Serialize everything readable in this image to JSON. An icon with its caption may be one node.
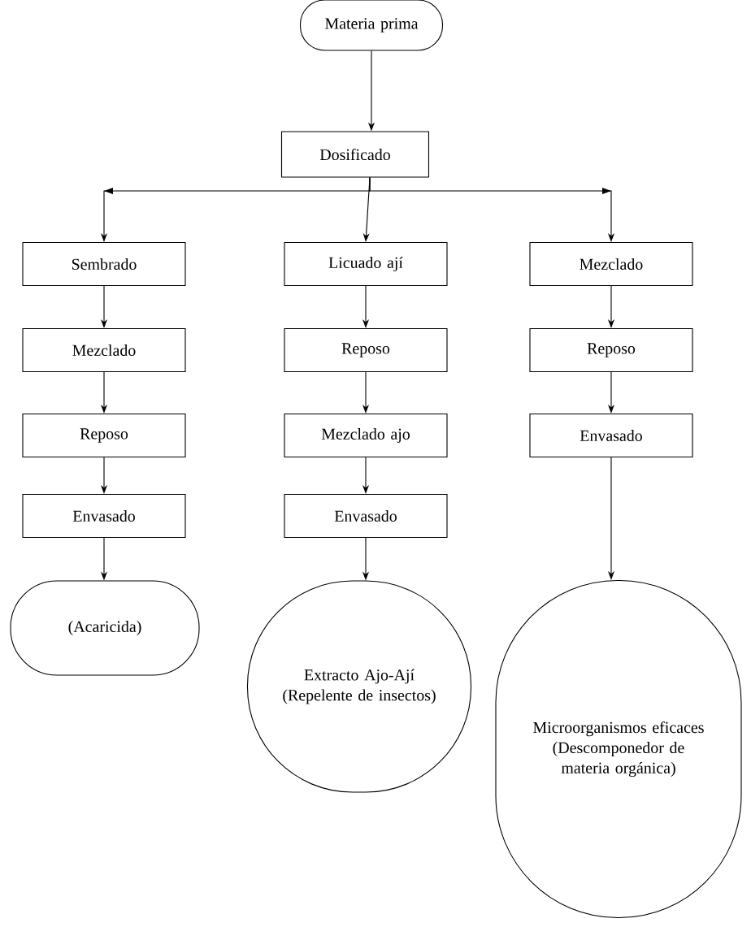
{
  "diagram": {
    "nodes": [
      {
        "text": [
          "Materia prima"
        ]
      },
      {
        "text": [
          "Dosificado"
        ]
      },
      {
        "text": [
          "Sembrado"
        ]
      },
      {
        "text": [
          "Licuado ají"
        ]
      },
      {
        "text": [
          "Mezclado"
        ]
      },
      {
        "text": [
          "Mezclado"
        ]
      },
      {
        "text": [
          "Reposo"
        ]
      },
      {
        "text": [
          "Reposo"
        ]
      },
      {
        "text": [
          "Reposo"
        ]
      },
      {
        "text": [
          "Mezclado ajo"
        ]
      },
      {
        "text": [
          "Envasado"
        ]
      },
      {
        "text": [
          "Envasado"
        ]
      },
      {
        "text": [
          "Envasado"
        ]
      },
      {
        "text": [
          "(Acaricida)"
        ]
      },
      {
        "text": [
          "Extracto Ajo-Ají (Repelente de insectos)"
        ]
      },
      {
        "text": [
          "Microorganismos eficaces (Descomponedor de materia orgánica)"
        ]
      }
    ],
    "edges": [
      {
        "from": 0,
        "to": 1,
        "arrow": "to"
      },
      {
        "from": 1,
        "to": 2,
        "arrow": "to"
      },
      {
        "from": 1,
        "to": 3,
        "arrow": "to"
      },
      {
        "from": 1,
        "to": 4,
        "arrow": "to"
      },
      {
        "from": 2,
        "to": 5,
        "arrow": "to"
      },
      {
        "from": 5,
        "to": 8,
        "arrow": "to"
      },
      {
        "from": 8,
        "to": 11,
        "arrow": "to"
      },
      {
        "from": 11,
        "to": 13,
        "arrow": "to"
      },
      {
        "from": 3,
        "to": 6,
        "arrow": "to"
      },
      {
        "from": 6,
        "to": 9,
        "arrow": "to"
      },
      {
        "from": 9,
        "to": 12,
        "arrow": "to"
      },
      {
        "from": 12,
        "to": 14,
        "arrow": "to"
      },
      {
        "from": 4,
        "to": 7,
        "arrow": "to"
      },
      {
        "from": 7,
        "to": 10,
        "arrow": "to"
      },
      {
        "from": 10,
        "to": 15,
        "arrow": "to"
      }
    ]
  }
}
